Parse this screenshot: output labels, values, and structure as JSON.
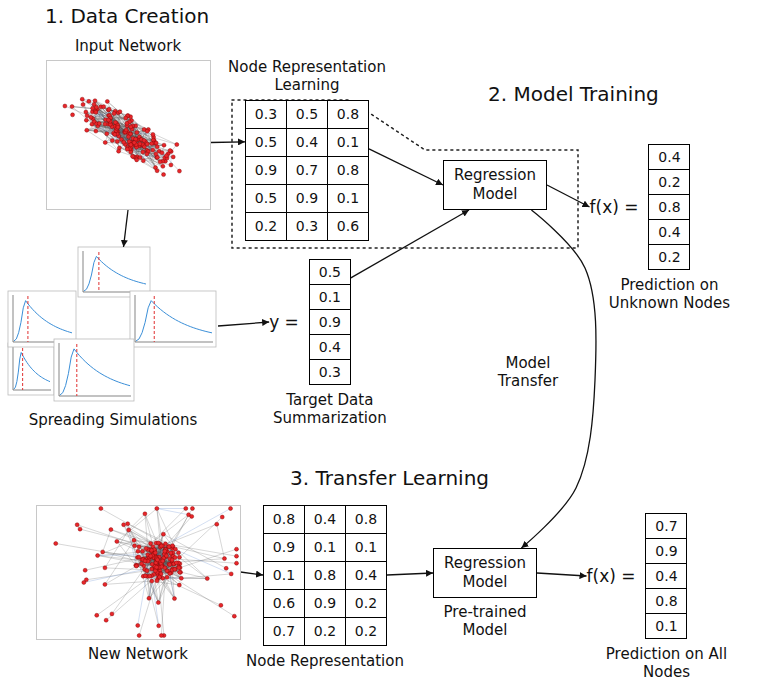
{
  "diagram": {
    "nodes": [
      {
        "text": [
          "Input Network"
        ]
      },
      {
        "text": [
          "Node Representation Learning",
          "0.3",
          "0.5",
          "0.8",
          "0.5",
          "0.4",
          "0.1",
          "0.9",
          "0.7",
          "0.8",
          "0.5",
          "0.9",
          "0.1",
          "0.2",
          "0.3",
          "0.6"
        ]
      },
      {
        "text": [
          "Spreading Simulations"
        ]
      },
      {
        "text": [
          "y =",
          "0.5",
          "0.1",
          "0.9",
          "0.4",
          "0.3",
          "Target Data Summarization"
        ]
      },
      {
        "text": [
          "Regression Model"
        ]
      },
      {
        "text": [
          "f(x) =",
          "0.4",
          "0.2",
          "0.8",
          "0.4",
          "0.2",
          "Prediction on Unknown Nodes"
        ]
      },
      {
        "text": [
          "New Network"
        ]
      },
      {
        "text": [
          "Node Representation",
          "0.8",
          "0.4",
          "0.8",
          "0.9",
          "0.1",
          "0.1",
          "0.1",
          "0.8",
          "0.4",
          "0.6",
          "0.9",
          "0.2",
          "0.7",
          "0.2",
          "0.2"
        ]
      },
      {
        "text": [
          "Regression Model",
          "Pre-trained Model"
        ]
      },
      {
        "text": [
          "f(x) =",
          "0.7",
          "0.9",
          "0.4",
          "0.8",
          "0.1",
          "Prediction on All Nodes"
        ]
      }
    ],
    "edges": [
      {
        "from": 0,
        "to": 1,
        "arrow": "to"
      },
      {
        "from": 0,
        "to": 2,
        "arrow": "to"
      },
      {
        "from": 1,
        "to": 4,
        "arrow": "to"
      },
      {
        "from": 2,
        "to": 3,
        "arrow": "to"
      },
      {
        "from": 3,
        "to": 4,
        "arrow": "to"
      },
      {
        "from": 4,
        "to": 5,
        "arrow": "to"
      },
      {
        "from": 4,
        "to": 8,
        "label": "Model Transfer",
        "arrow": "to"
      },
      {
        "from": 6,
        "to": 7,
        "arrow": "to"
      },
      {
        "from": 7,
        "to": 8,
        "arrow": "to"
      },
      {
        "from": 8,
        "to": 9,
        "arrow": "to"
      }
    ],
    "labels": [
      "1. Data Creation",
      "2. Model Training",
      "3. Transfer Learning"
    ]
  }
}
